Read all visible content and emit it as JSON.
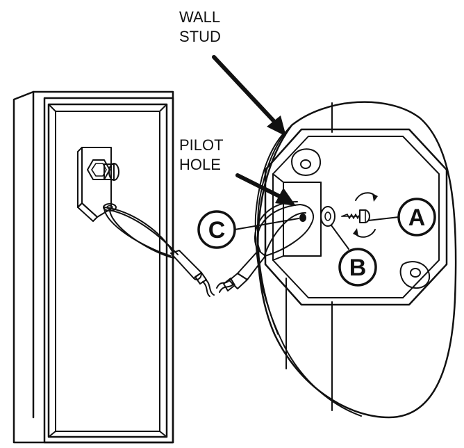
{
  "labels": {
    "wall_stud_line1": "WALL",
    "wall_stud_line2": "STUD",
    "pilot_hole_line1": "PILOT",
    "pilot_hole_line2": "HOLE"
  },
  "callouts": {
    "a": "A",
    "b": "B",
    "c": "C"
  }
}
